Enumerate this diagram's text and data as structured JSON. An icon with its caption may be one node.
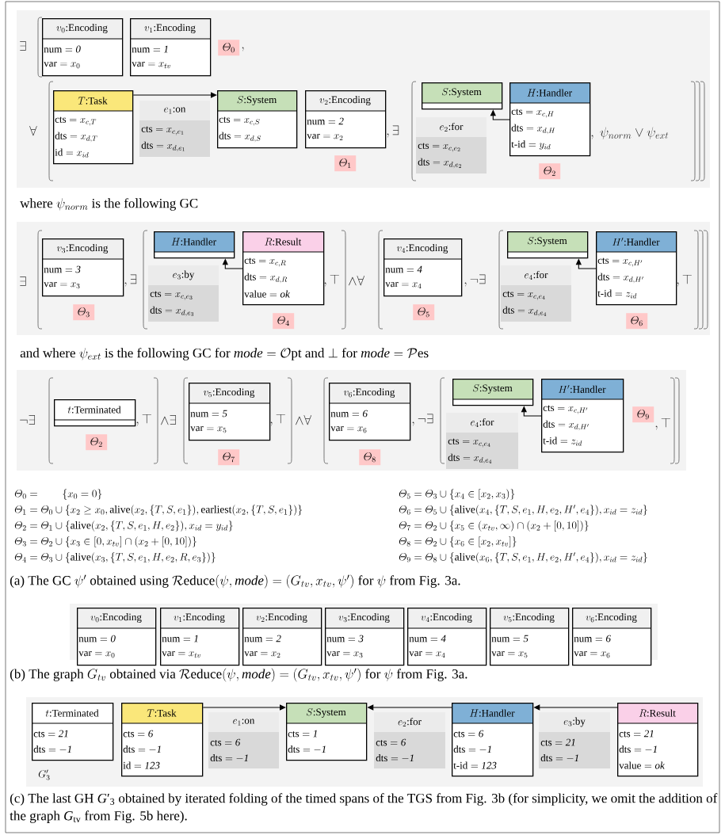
{
  "diagram": {
    "nodes": [
      {
        "text": [
          "v_0\\text{:Encoding}",
          "\\text{num} = \\mathit{0}",
          "\\text{var} = x_0"
        ]
      },
      {
        "text": [
          "v_1\\text{:Encoding}",
          "\\text{num} = \\mathit{1}",
          "\\text{var} = x_{tv}"
        ],
        "beside": [
          "\\varTheta_0"
        ]
      },
      {
        "text": [
          "T\\text{:Task}",
          "\\text{cts} = x_{c,T}",
          "\\text{dts} = x_{d,T}",
          "\\text{id} = x_{id}"
        ]
      },
      {
        "text": [
          "e_1\\text{:on}",
          "\\text{cts} = x_{c,e_1}",
          "\\text{dts} = x_{d,e_1}"
        ]
      },
      {
        "text": [
          "S\\text{:System}",
          "\\text{cts} = x_{c,S}",
          "\\text{dts} = x_{d,S}"
        ]
      },
      {
        "text": [
          "v_2\\text{:Encoding}",
          "\\text{num} = \\mathit{2}",
          "\\text{var} = x_2"
        ],
        "beside": [
          "\\varTheta_1"
        ]
      },
      {
        "text": [
          "S\\text{:System}"
        ]
      },
      {
        "text": [
          "e_2\\text{:for}",
          "\\text{cts} = x_{c,e_2}",
          "\\text{dts} = x_{d,e_2}"
        ]
      },
      {
        "text": [
          "H\\text{:Handler}",
          "\\text{cts} = x_{c,H}",
          "\\text{dts} = x_{d,H}",
          "\\text{t-id} = y_{id}"
        ],
        "beside": [
          "\\varTheta_2"
        ]
      },
      {
        "text": [
          "v_3\\text{:Encoding}",
          "\\text{num} = \\mathit{3}",
          "\\text{var} = x_3"
        ],
        "beside": [
          "\\varTheta_3"
        ]
      },
      {
        "text": [
          "H\\text{:Handler}"
        ]
      },
      {
        "text": [
          "e_3\\text{:by}",
          "\\text{cts} = x_{c,e_3}",
          "\\text{dts} = x_{d,e_3}"
        ]
      },
      {
        "text": [
          "R\\text{:Result}",
          "\\text{cts} = x_{c,R}",
          "\\text{dts} = x_{d,R}",
          "\\text{value} = \\mathit{ok}"
        ],
        "beside": [
          "\\varTheta_4"
        ]
      },
      {
        "text": [
          "v_4\\text{:Encoding}",
          "\\text{num} = \\mathit{4}",
          "\\text{var} = x_4"
        ],
        "beside": [
          "\\varTheta_5"
        ]
      },
      {
        "text": [
          "S\\text{:System}"
        ]
      },
      {
        "text": [
          "e_4\\text{:for}",
          "\\text{cts} = x_{c,e_4}",
          "\\text{dts} = x_{d,e_4}"
        ]
      },
      {
        "text": [
          "H'\\text{:Handler}",
          "\\text{cts} = x_{c,H'}",
          "\\text{dts} = x_{d,H'}",
          "\\text{t-id} = z_{id}"
        ],
        "beside": [
          "\\varTheta_6"
        ]
      },
      {
        "text": [
          "t\\text{:Terminated}"
        ],
        "beside": [
          "\\varTheta_2"
        ]
      },
      {
        "text": [
          "v_5\\text{:Encoding}",
          "\\text{num} = \\mathit{5}",
          "\\text{var} = x_5"
        ],
        "beside": [
          "\\varTheta_7"
        ]
      },
      {
        "text": [
          "v_6\\text{:Encoding}",
          "\\text{num} = \\mathit{6}",
          "\\text{var} = x_6"
        ],
        "beside": [
          "\\varTheta_8"
        ]
      },
      {
        "text": [
          "S\\text{:System}"
        ]
      },
      {
        "text": [
          "e_4\\text{:for}",
          "\\text{cts} = x_{c,e_4}",
          "\\text{dts} = x_{d,e_4}"
        ]
      },
      {
        "text": [
          "H'\\text{:Handler}",
          "\\text{cts} = x_{c,H'}",
          "\\text{dts} = x_{d,H'}",
          "\\text{t-id} = z_{id}"
        ],
        "beside": [
          "\\varTheta_9"
        ]
      },
      {
        "text": [
          "v_0\\text{:Encoding}",
          "\\text{num} = \\mathit{0}",
          "\\text{var} = x_0"
        ]
      },
      {
        "text": [
          "v_1\\text{:Encoding}",
          "\\text{num} = \\mathit{1}",
          "\\text{var} = x_{tv}"
        ]
      },
      {
        "text": [
          "v_2\\text{:Encoding}",
          "\\text{num} = \\mathit{2}",
          "\\text{var} = x_2"
        ]
      },
      {
        "text": [
          "v_3\\text{:Encoding}",
          "\\text{num} = \\mathit{3}",
          "\\text{var} = x_3"
        ]
      },
      {
        "text": [
          "v_4\\text{:Encoding}",
          "\\text{num} = \\mathit{4}",
          "\\text{var} = x_4"
        ]
      },
      {
        "text": [
          "v_5\\text{:Encoding}",
          "\\text{num} = \\mathit{5}",
          "\\text{var} = x_5"
        ]
      },
      {
        "text": [
          "v_6\\text{:Encoding}",
          "\\text{num} = \\mathit{6}",
          "\\text{var} = x_6"
        ]
      },
      {
        "text": [
          "t\\text{:Terminated}",
          "\\text{cts} = \\mathit{21}",
          "\\text{dts} = -\\mathit{1}"
        ]
      },
      {
        "text": [
          "T\\text{:Task}",
          "\\text{cts} = \\mathit{6}",
          "\\text{dts} = -\\mathit{1}",
          "\\text{id} = \\mathit{123}"
        ]
      },
      {
        "text": [
          "e_1\\text{:on}",
          "\\text{cts} = \\mathit{6}",
          "\\text{dts} = -\\mathit{1}"
        ]
      },
      {
        "text": [
          "S\\text{:System}",
          "\\text{cts} = \\mathit{1}",
          "\\text{dts} = -\\mathit{1}"
        ]
      },
      {
        "text": [
          "e_2\\text{:for}",
          "\\text{cts} = \\mathit{6}",
          "\\text{dts} = -\\mathit{1}"
        ]
      },
      {
        "text": [
          "H\\text{:Handler}",
          "\\text{cts} = \\mathit{6}",
          "\\text{dts} = -\\mathit{1}",
          "\\text{t-id} = \\mathit{123}"
        ]
      },
      {
        "text": [
          "e_3\\text{:by}",
          "\\text{cts} = \\mathit{21}",
          "\\text{dts} = -\\mathit{1}"
        ]
      },
      {
        "text": [
          "R\\text{:Result}",
          "\\text{cts} = \\mathit{21}",
          "\\text{dts} = -\\mathit{1}",
          "\\text{value} = \\mathit{ok}"
        ]
      }
    ],
    "edges": [
      {
        "from": 2,
        "to": 4,
        "arrow": "to"
      },
      {
        "from": 8,
        "to": 6,
        "arrow": "to"
      },
      {
        "from": 12,
        "to": 10,
        "arrow": "to"
      },
      {
        "from": 16,
        "to": 14,
        "arrow": "to"
      },
      {
        "from": 22,
        "to": 20,
        "arrow": "to"
      },
      {
        "from": 31,
        "to": 33,
        "arrow": "to"
      },
      {
        "from": 35,
        "to": 33,
        "arrow": "to"
      },
      {
        "from": 37,
        "to": 35,
        "arrow": "to"
      }
    ],
    "labels": [
      "\\exists",
      ",",
      "\\forall",
      ",\\exists",
      ",\\ \\psi_{norm} \\vee \\psi_{ext}",
      "\\text{where }\\psi_{norm}\\text{ is the following GC}",
      "\\exists",
      ",\\exists",
      ",\\top",
      "\\wedge\\forall",
      ",\\neg\\exists",
      ",\\top",
      "\\text{and where }\\psi_{ext}\\text{ is the following GC for }\\mathit{mode} = \\mathcal{O}\\text{pt and }\\bot\\text{ for }\\mathit{mode} = \\mathcal{P}\\text{es}",
      "\\neg\\exists",
      ",\\top",
      "\\wedge\\exists",
      ",\\top",
      "\\wedge\\forall",
      ",\\neg\\exists",
      ",\\top",
      "\\varTheta_0 = \\qquad \\{x_0 = 0\\}",
      "\\varTheta_5 = \\varTheta_3 \\cup \\{x_4 \\in [x_2, x_3)\\}",
      "\\varTheta_1 = \\varTheta_0 \\cup \\{x_2 \\geq x_0, \\mathrm{alive}(x_2, \\{T, S, e_1\\}), \\mathrm{earliest}(x_2, \\{T, S, e_1\\})\\}",
      "\\varTheta_6 = \\varTheta_5 \\cup \\{\\mathrm{alive}(x_4, \\{T, S, e_1, H, e_2, H', e_4\\}), x_{id} = z_{id}\\}",
      "\\varTheta_2 = \\varTheta_1 \\cup \\{\\mathrm{alive}(x_2, \\{T, S, e_1, H, e_2\\}), x_{id} = y_{id}\\}",
      "\\varTheta_7 = \\varTheta_2 \\cup \\{x_5 \\in (x_{tv}, \\infty) \\cap (x_2 + [0, 10])\\}",
      "\\varTheta_3 = \\varTheta_2 \\cup \\{x_3 \\in [0, x_{tv}] \\cap (x_2 + [0, 10])\\}",
      "\\varTheta_8 = \\varTheta_2 \\cup \\{x_6 \\in [x_2, x_{tv}]\\}",
      "\\varTheta_4 = \\varTheta_3 \\cup \\{\\mathrm{alive}(x_3, \\{T, S, e_1, H, e_2, R, e_3\\})\\}",
      "\\varTheta_9 = \\varTheta_8 \\cup \\{\\mathrm{alive}(x_6, \\{T, S, e_1, H, e_2, H', e_4\\}), x_{id} = z_{id}\\}",
      "\\text{(a) The GC }\\psi'\\text{ obtained using }\\mathcal{R}\\text{educe}(\\psi, \\mathit{mode}) = (G_{tv}, x_{tv}, \\psi')\\text{ for }\\psi\\text{ from Fig. 3a.}",
      "\\text{(b) The graph }G_{tv}\\text{ obtained via }\\mathcal{R}\\text{educe}(\\psi, \\mathit{mode}) = (G_{tv}, x_{tv}, \\psi')\\text{ for }\\psi\\text{ from Fig. 3a.}",
      "G'_3",
      "(c) The last GH *G*′$_{3}$ obtained by iterated folding of the timed spans of the TGS from Fig. 3b (for simplicity, we omit the addition of the graph *G*$_{tv}$ from Fig. 5b here)."
    ]
  }
}
